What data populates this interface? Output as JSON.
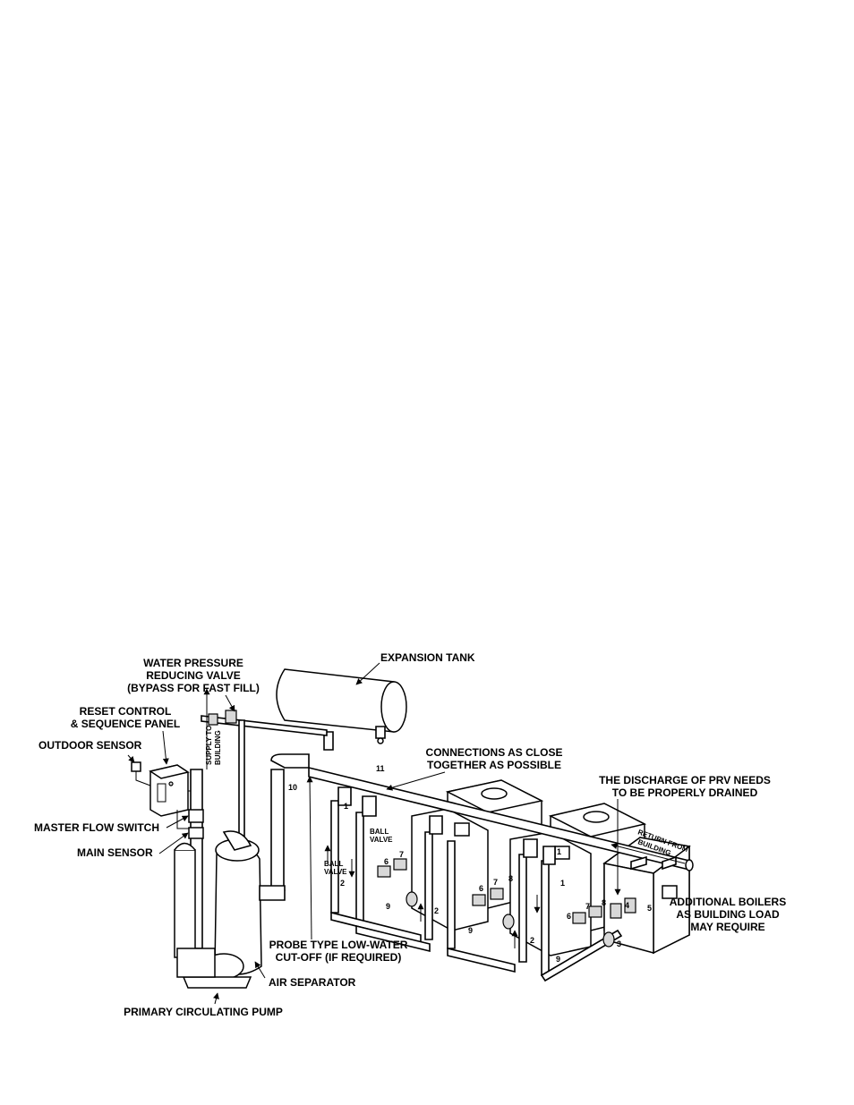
{
  "labels": {
    "water_pressure_1": "WATER PRESSURE",
    "water_pressure_2": "REDUCING VALVE",
    "water_pressure_3": "(BYPASS FOR FAST FILL)",
    "expansion_tank": "EXPANSION TANK",
    "reset_control_1": "RESET CONTROL",
    "reset_control_2": "& SEQUENCE PANEL",
    "outdoor_sensor": "OUTDOOR SENSOR",
    "supply_to": "SUPPLY TO",
    "building": "BUILDING",
    "connections_1": "CONNECTIONS AS CLOSE",
    "connections_2": "TOGETHER AS POSSIBLE",
    "prv_1": "THE DISCHARGE OF PRV NEEDS",
    "prv_2": "TO BE PROPERLY DRAINED",
    "master_flow_switch": "MASTER FLOW SWITCH",
    "main_sensor": "MAIN SENSOR",
    "return_from": "RETURN FROM",
    "return_building": "BUILDING",
    "additional_1": "ADDITIONAL BOILERS",
    "additional_2": "AS BUILDING LOAD",
    "additional_3": "MAY REQUIRE",
    "probe_1": "PROBE TYPE LOW-WATER",
    "probe_2": "CUT-OFF (IF REQUIRED)",
    "air_separator": "AIR SEPARATOR",
    "primary_pump": "PRIMARY CIRCULATING PUMP",
    "ball_valve_a_1": "BALL",
    "ball_valve_a_2": "VALVE",
    "ball_valve_b_1": "BALL",
    "ball_valve_b_2": "VALVE"
  },
  "callouts": {
    "n1": "1",
    "n2": "2",
    "n3": "3",
    "n4": "4",
    "n5": "5",
    "n6": "6",
    "n7": "7",
    "n8": "8",
    "n9": "9",
    "n10": "10",
    "n11": "11"
  }
}
